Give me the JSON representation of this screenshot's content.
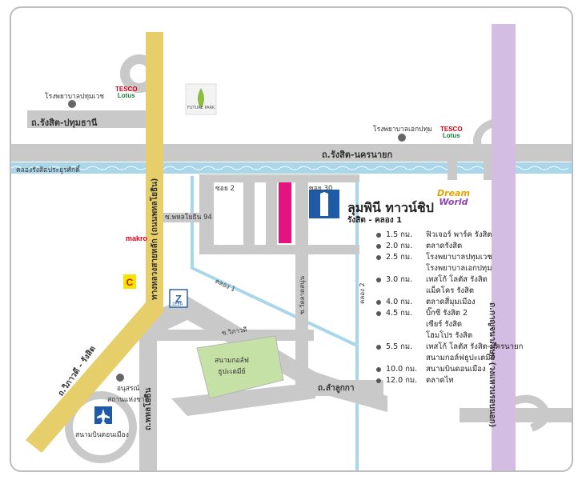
{
  "roads": {
    "rangsit_pathum": "ถ.รังสิต-ปทุมธานี",
    "rangsit_nakhon_nayok": "ถ.รังสิต-นครนายก",
    "phahonyothin_highway": "ทางหลวงสายหลัก (ถนนพหลโยธิน)",
    "vibhavadi_rangsit": "ถ.วิภาวดี - รังสิต",
    "phahonyothin": "ถ.พหลโยธิน",
    "lam_luk_ka": "ถ.ลำลูกกา",
    "kanchanaphisek": "ถ.กาญจนาภิเษก (วงแหวนรอบนอก)",
    "soi_phahon_94": "ซ.พหลโยธิน 94",
    "soi_2": "ซอย 2",
    "soi_30": "ซอย 30",
    "soi_wiphawadi": "ซ.วิภาวดี",
    "soi_wat_lam_luk": "ซ.วัดลาดสนุ่น"
  },
  "canals": {
    "khlong_rangsit": "คลองรังสิตประยูรศักดิ์",
    "khlong_1": "คลอง 1",
    "khlong_2": "คลอง 2"
  },
  "places": {
    "hospital_pathumwet": "โรงพยาบาลปทุมเวช",
    "hospital_ekpathum": "โรงพยาบาลเอกปทุม",
    "golf_course": "สนามกอล์ฟ\nธูปะเตมีย์",
    "monument": "อนุสรณ์\nสถานแห่งชาติ",
    "airport": "สนามบินดอนเมือง",
    "future_park": "FUTURE PARK",
    "dream_world_1": "Dream",
    "dream_world_2": "World",
    "tesco_1": "TESCO",
    "tesco_2": "Lotus",
    "makro": "makro",
    "zeer": "ZEER"
  },
  "project": {
    "name": "ลุมพินี ทาวน์ชิป",
    "subtitle": "รังสิต - คลอง 1"
  },
  "distances": [
    {
      "dist": "1.5 กม.",
      "names": [
        "ฟิวเจอร์ พาร์ค รังสิต"
      ]
    },
    {
      "dist": "2.0 กม.",
      "names": [
        "ตลาดรังสิต"
      ]
    },
    {
      "dist": "2.5 กม.",
      "names": [
        "โรงพยาบาลปทุมเวช",
        "โรงพยาบาลเอกปทุม"
      ]
    },
    {
      "dist": "3.0 กม.",
      "names": [
        "เทสโก้ โลตัส รังสิต",
        "แม็คโคร รังสิต"
      ]
    },
    {
      "dist": "4.0 กม.",
      "names": [
        "ตลาดสี่มุมเมือง"
      ]
    },
    {
      "dist": "4.5 กม.",
      "names": [
        "บิ๊กซี รังสิต 2",
        "เซียร์ รังสิต",
        "โฮมโปร รังสิต"
      ]
    },
    {
      "dist": "5.5 กม.",
      "names": [
        "เทสโก้ โลตัส รังสิต-นครนายก",
        "สนามกอล์ฟธูปะเตมีย์"
      ]
    },
    {
      "dist": "10.0 กม.",
      "names": [
        "สนามบินดอนเมือง"
      ]
    },
    {
      "dist": "12.0 กม.",
      "names": [
        "ตลาดไท"
      ]
    }
  ],
  "colors": {
    "road": "#c9c9c9",
    "highway": "#e6cf6a",
    "ring_road": "#d4bde3",
    "canal": "#a9d6ea",
    "golf": "#c5e1a5",
    "project_lot": "#e3147f",
    "outline": "#bdbdbd"
  }
}
